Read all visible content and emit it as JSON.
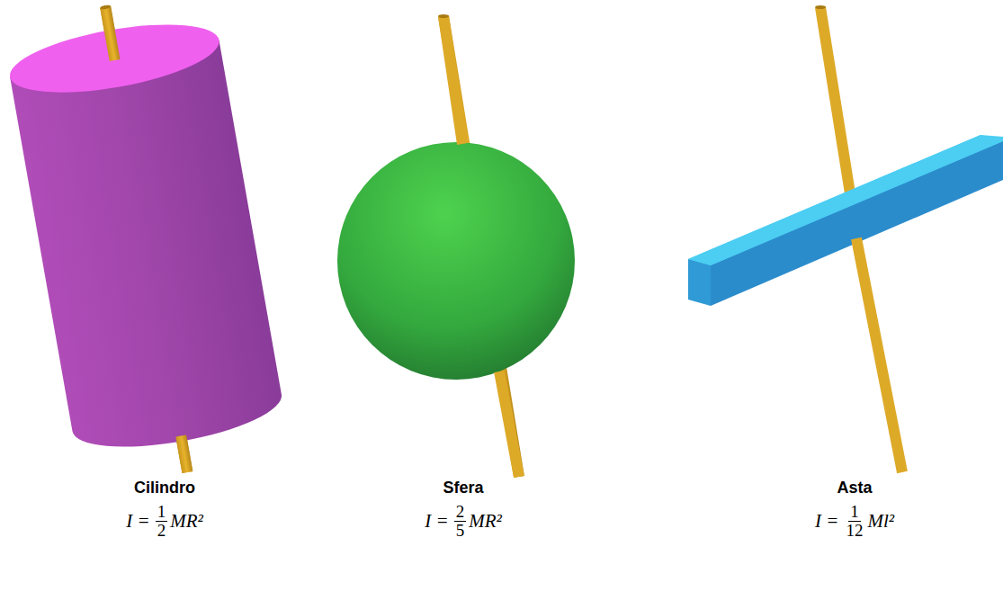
{
  "diagram": {
    "labels": [
      "Cilindro",
      "I =",
      "1",
      "2",
      "MR²",
      "Sfera",
      "I =",
      "2",
      "5",
      "MR²",
      "Asta",
      "I =",
      "1",
      "12",
      "Ml²"
    ]
  }
}
